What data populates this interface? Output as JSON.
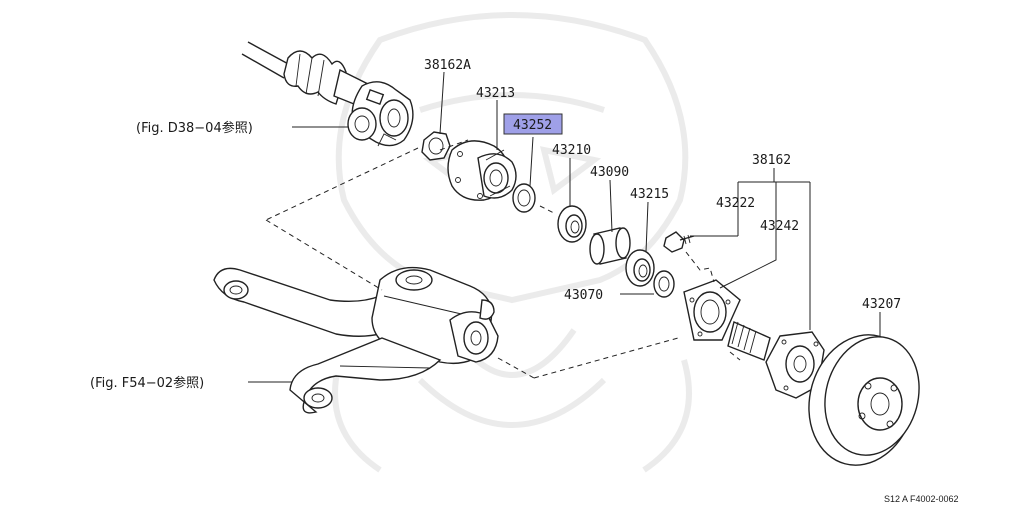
{
  "diagram": {
    "labels": {
      "p38162A": "38162A",
      "p43213": "43213",
      "p43252": "43252",
      "p43210": "43210",
      "p43090": "43090",
      "p43215": "43215",
      "p38162": "38162",
      "p43222": "43222",
      "p43242": "43242",
      "p43070": "43070",
      "p43207": "43207"
    },
    "highlighted_part": "43252",
    "highlight_color": "#9fa0e8",
    "references": {
      "upper": "(Fig. D38−04参照)",
      "lower": "(Fig. F54−02参照)"
    },
    "figure_code": "S12 A F4002-0062"
  }
}
